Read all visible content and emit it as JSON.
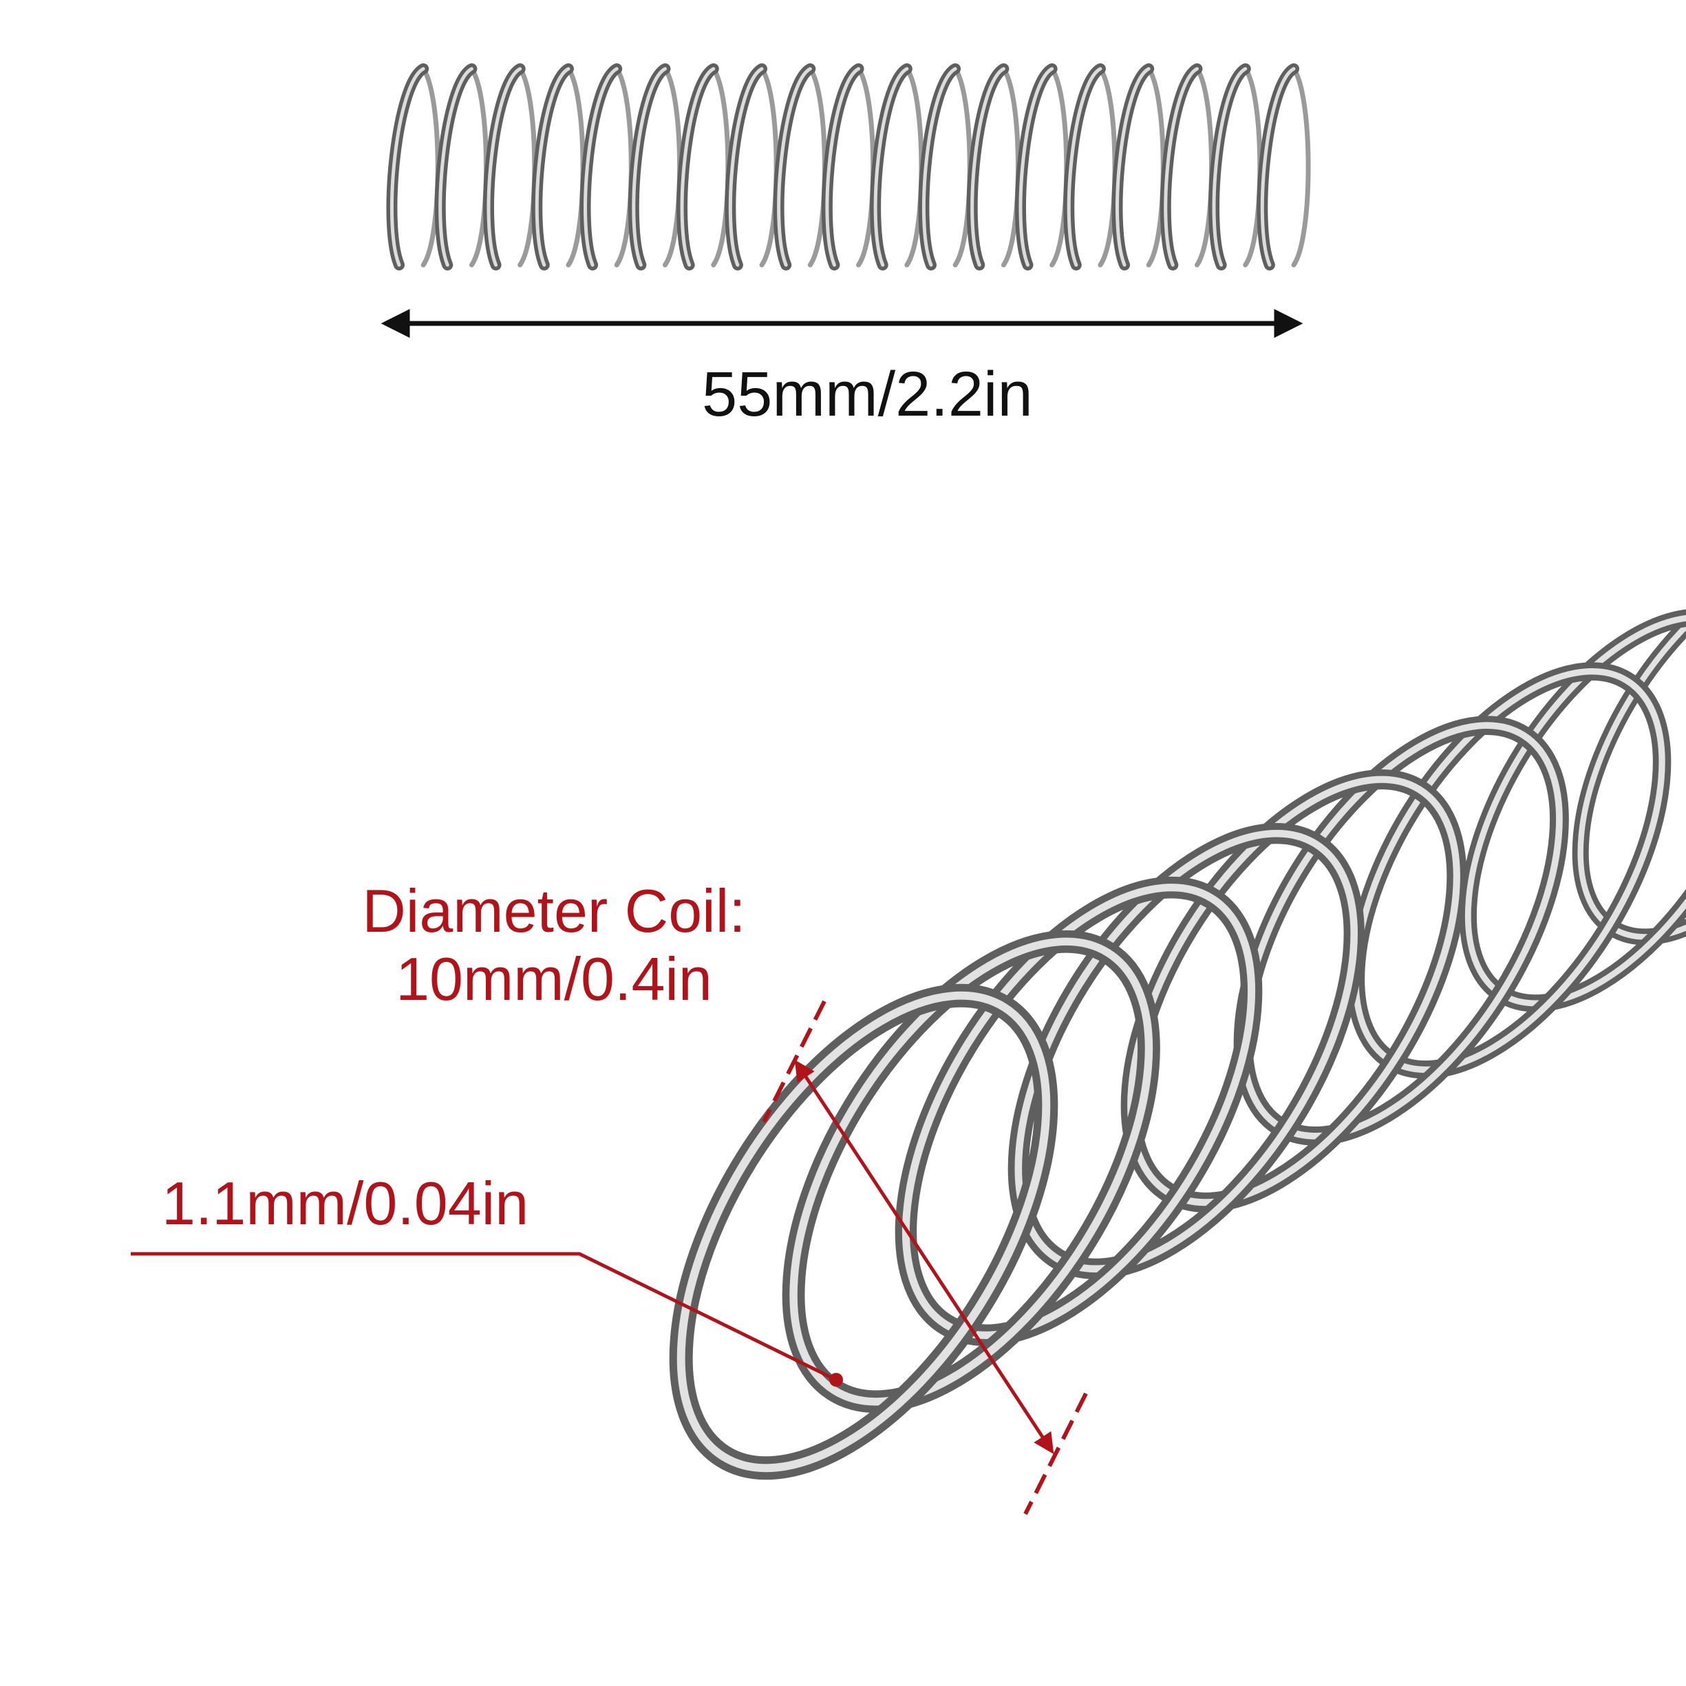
{
  "colors": {
    "background": "#ffffff",
    "annotation_red": "#b0141a",
    "dimension_black": "#111111",
    "wire_dark": "#5f5f5f",
    "wire_mid": "#9a9a9a",
    "wire_light": "#e2e2e2"
  },
  "images": {
    "spring_full": "stainless steel compression spring, side view",
    "spring_closeup": "close-up of compression spring coils in perspective"
  },
  "dimensions": {
    "length": {
      "label": "55mm/2.2in",
      "arrow": "double-headed horizontal arrow"
    },
    "coil_diameter": {
      "label_line1": "Diameter Coil:",
      "label_line2": "10mm/0.4in",
      "arrow": "double-headed diagonal arrow"
    },
    "wire_diameter": {
      "label": "1.1mm/0.04in",
      "leader": "leader line ending in a dot on the wire"
    }
  },
  "spring_full": {
    "coil_count": 19
  },
  "spring_closeup": {
    "visible_coils": 9
  }
}
